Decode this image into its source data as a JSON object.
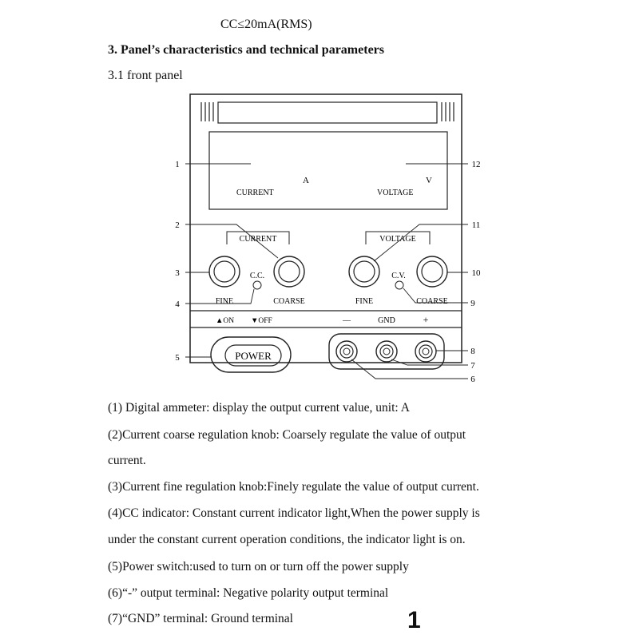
{
  "header": {
    "spec_line": "CC≤20mA(RMS)",
    "section_title": "3. Panel’s characteristics and technical parameters",
    "subsection_title": "3.1 front panel"
  },
  "diagram": {
    "callouts": {
      "n1": "1",
      "n2": "2",
      "n3": "3",
      "n4": "4",
      "n5": "5",
      "n6": "6",
      "n7": "7",
      "n8": "8",
      "n9": "9",
      "n10": "10",
      "n11": "11",
      "n12": "12"
    },
    "display": {
      "current_unit": "A",
      "current_label": "CURRENT",
      "voltage_unit": "V",
      "voltage_label": "VOLTAGE"
    },
    "current_group": {
      "title": "CURRENT",
      "indicator_label": "C.C.",
      "fine_label": "FINE",
      "coarse_label": "COARSE"
    },
    "voltage_group": {
      "title": "VOLTAGE",
      "indicator_label": "C.V.",
      "fine_label": "FINE",
      "coarse_label": "COARSE"
    },
    "switch_strip": {
      "on_label": "▲ON",
      "off_label": "▼OFF",
      "minus_label": "—",
      "gnd_label": "GND",
      "plus_label": "+"
    },
    "power_button_label": "POWER"
  },
  "descriptions": [
    "(1) Digital ammeter: display the output current value, unit: A",
    "(2)Current coarse regulation knob: Coarsely regulate the value of output",
    "current.",
    "(3)Current fine regulation knob:Finely regulate the value of output current.",
    "(4)CC indicator: Constant current indicator light,When the power supply is",
    "under the constant current operation conditions, the indicator light is on.",
    "(5)Power switch:used to turn on or turn off the power supply",
    "(6)“-” output terminal: Negative polarity output terminal",
    "(7)“GND” terminal: Ground terminal"
  ],
  "page_number": "1"
}
